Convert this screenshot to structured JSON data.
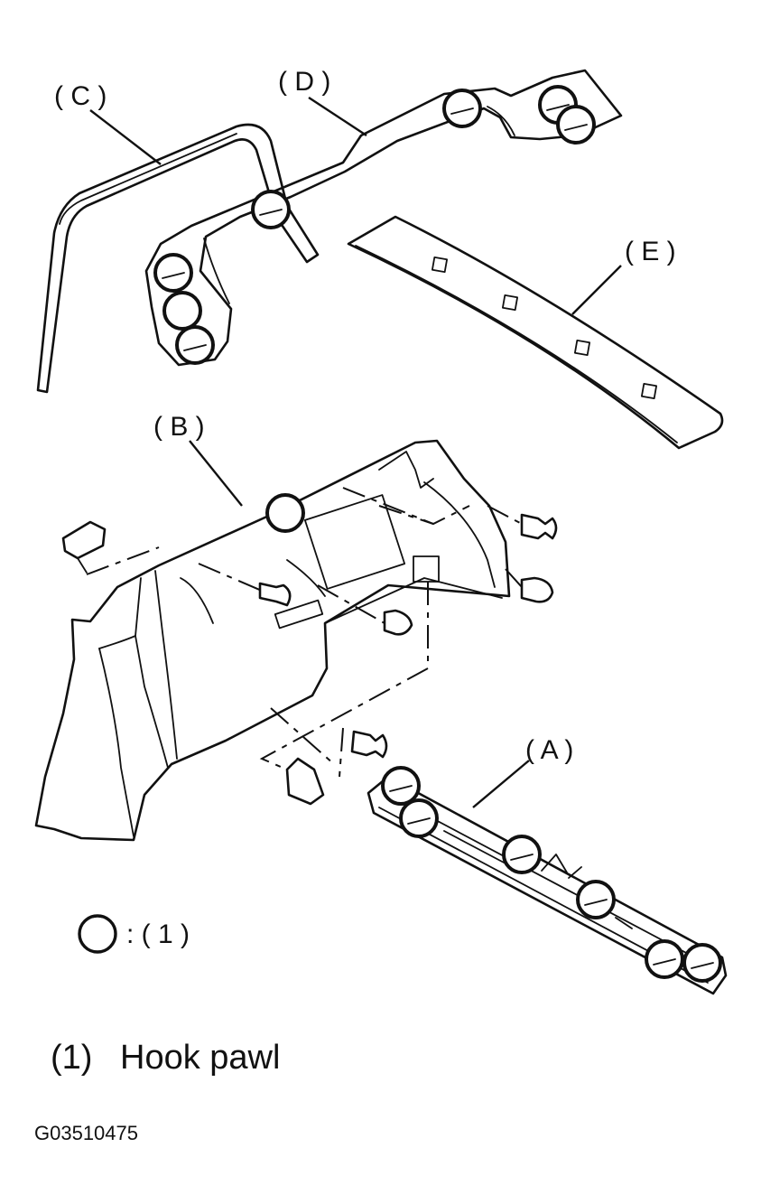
{
  "labels": {
    "c": "( C )",
    "d": "( D )",
    "e": "( E )",
    "b": "( B )",
    "a": "( A )"
  },
  "legend": {
    "symbol_label": ": ( 1 )"
  },
  "caption": {
    "number": "(1)",
    "text": "Hook pawl"
  },
  "figure_id": "G03510475"
}
